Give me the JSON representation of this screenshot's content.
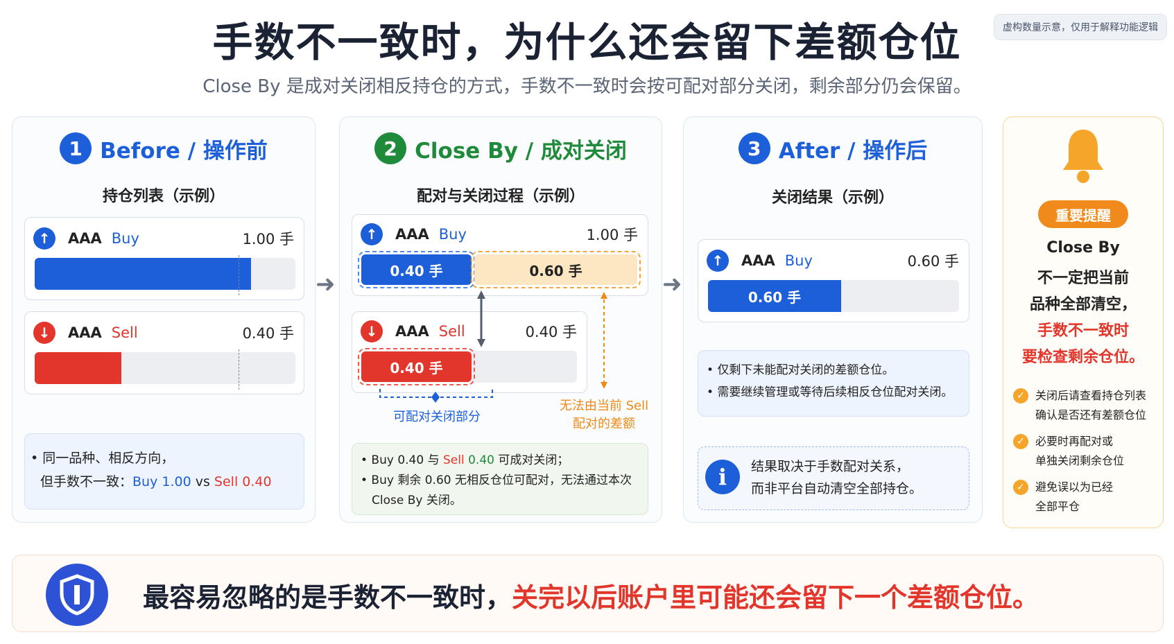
{
  "title": "手数不一致时，为什么还会留下差额仓位",
  "note_badge": "虚构数量示意，仅用于解释功能逻辑",
  "subtitle": "Close By 是成对关闭相反持仓的方式，手数不一致时会按可配对部分关闭，剩余部分仍会保留。",
  "colors": {
    "buy": "#1c5fd8",
    "sell": "#e2362c",
    "green": "#1f8a3a",
    "orange": "#f08a1c"
  },
  "step1": {
    "num": "1",
    "label": "Before / 操作前",
    "subtitle": "持仓列表（示例）",
    "positions": [
      {
        "symbol": "AAA",
        "side": "Buy",
        "lots": "1.00 手",
        "fill_fraction": 1.0
      },
      {
        "symbol": "AAA",
        "side": "Sell",
        "lots": "0.40 手",
        "fill_fraction": 0.4
      }
    ],
    "note_line1": "• 同一品种、相反方向，",
    "note_line2_prefix": "但手数不一致：",
    "note_buy": "Buy 1.00",
    "note_vs": " vs ",
    "note_sell": "Sell 0.40"
  },
  "step2": {
    "num": "2",
    "label": "Close By / 成对关闭",
    "subtitle": "配对与关闭过程（示例）",
    "buy": {
      "symbol": "AAA",
      "side": "Buy",
      "lots": "1.00 手",
      "matched": "0.40 手",
      "remaining": "0.60 手",
      "matched_fraction": 0.4
    },
    "sell": {
      "symbol": "AAA",
      "side": "Sell",
      "lots": "0.40 手",
      "matched": "0.40 手"
    },
    "caption_matched": "可配对关闭部分",
    "caption_unmatched_1": "无法由当前 Sell",
    "caption_unmatched_2": "配对的差额",
    "note1_prefix": "• Buy 0.40 与 ",
    "note1_sell": "Sell",
    "note1_qty": " 0.40",
    "note1_suffix": " 可成对关闭；",
    "note2": "• Buy 剩余 0.60 无相反仓位可配对，无法通过本次",
    "note3": "Close By 关闭。"
  },
  "step3": {
    "num": "3",
    "label": "After / 操作后",
    "subtitle": "关闭结果（示例）",
    "position": {
      "symbol": "AAA",
      "side": "Buy",
      "lots": "0.60 手",
      "bar_label": "0.60 手",
      "fill_fraction": 0.6
    },
    "bullets": [
      "• 仅剩下未能配对关闭的差额仓位。",
      "• 需要继续管理或等待后续相反仓位配对关闭。"
    ],
    "info_line1": "结果取决于手数配对关系，",
    "info_line2": "而非平台自动清空全部持仓。"
  },
  "reminder": {
    "pill": "重要提醒",
    "lines": [
      "Close By",
      "不一定把当前",
      "品种全部清空，"
    ],
    "red_lines": [
      "手数不一致时",
      "要检查剩余仓位。"
    ],
    "checks": [
      [
        "关闭后请查看持仓列表",
        "确认是否还有差额仓位"
      ],
      [
        "必要时再配对或",
        "单独关闭剩余仓位"
      ],
      [
        "避免误以为已经",
        "全部平仓"
      ]
    ]
  },
  "bottom": {
    "prefix": "最容易忽略的是手数不一致时，",
    "highlight": "关完以后账户里可能还会留下一个差额仓位。"
  }
}
